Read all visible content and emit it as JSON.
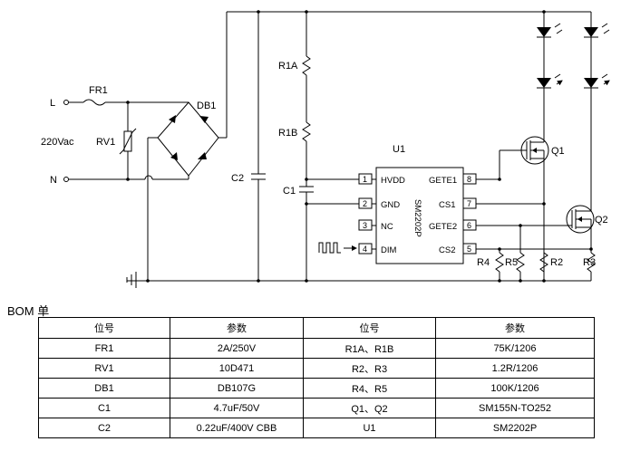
{
  "schematic": {
    "labels": {
      "L": "L",
      "N": "N",
      "voltage": "220Vac",
      "FR1": "FR1",
      "RV1": "RV1",
      "DB1": "DB1",
      "C2": "C2",
      "C1": "C1",
      "R1A": "R1A",
      "R1B": "R1B",
      "U1": "U1",
      "Q1": "Q1",
      "Q2": "Q2",
      "R4": "R4",
      "R5": "R5",
      "R2": "R2",
      "R3": "R3"
    },
    "ic": {
      "part": "SM2202P",
      "left_pins": [
        {
          "num": "1",
          "name": "HVDD"
        },
        {
          "num": "2",
          "name": "GND"
        },
        {
          "num": "3",
          "name": "NC"
        },
        {
          "num": "4",
          "name": "DIM"
        }
      ],
      "right_pins": [
        {
          "num": "8",
          "name": "GETE1"
        },
        {
          "num": "7",
          "name": "CS1"
        },
        {
          "num": "6",
          "name": "GETE2"
        },
        {
          "num": "5",
          "name": "CS2"
        }
      ]
    }
  },
  "bom": {
    "title": "BOM 单",
    "headers": [
      "位号",
      "参数",
      "位号",
      "参数"
    ],
    "rows": [
      [
        "FR1",
        "2A/250V",
        "R1A、R1B",
        "75K/1206"
      ],
      [
        "RV1",
        "10D471",
        "R2、R3",
        "1.2R/1206"
      ],
      [
        "DB1",
        "DB107G",
        "R4、R5",
        "100K/1206"
      ],
      [
        "C1",
        "4.7uF/50V",
        "Q1、Q2",
        "SM155N-TO252"
      ],
      [
        "C2",
        "0.22uF/400V CBB",
        "U1",
        "SM2202P"
      ]
    ]
  }
}
